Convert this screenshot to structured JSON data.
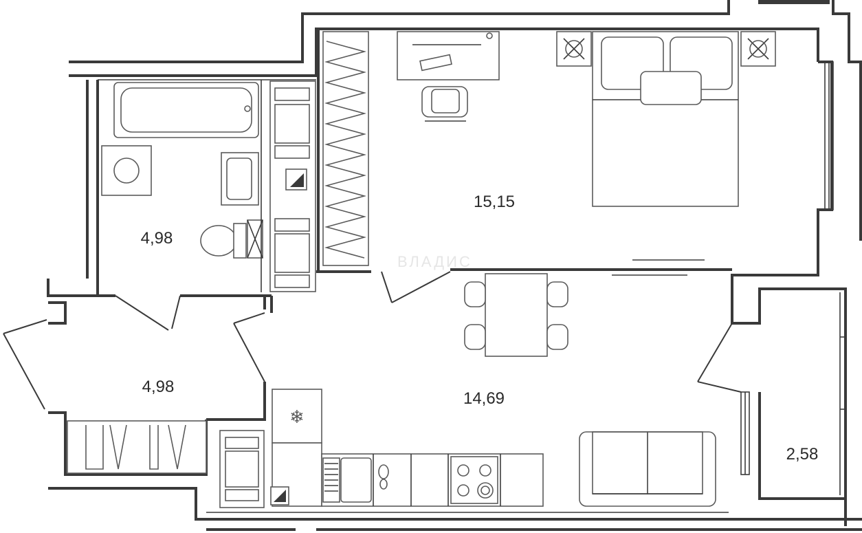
{
  "rooms": {
    "bathroom_area": "4,98",
    "hallway_area": "4,98",
    "bedroom_area": "15,15",
    "living_kitchen_area": "14,69",
    "balcony_area": "2,58"
  },
  "watermark": "ВЛАДИС",
  "colors": {
    "wall": "#3a3a3a",
    "furniture": "#5a5a5a",
    "background": "#ffffff"
  }
}
